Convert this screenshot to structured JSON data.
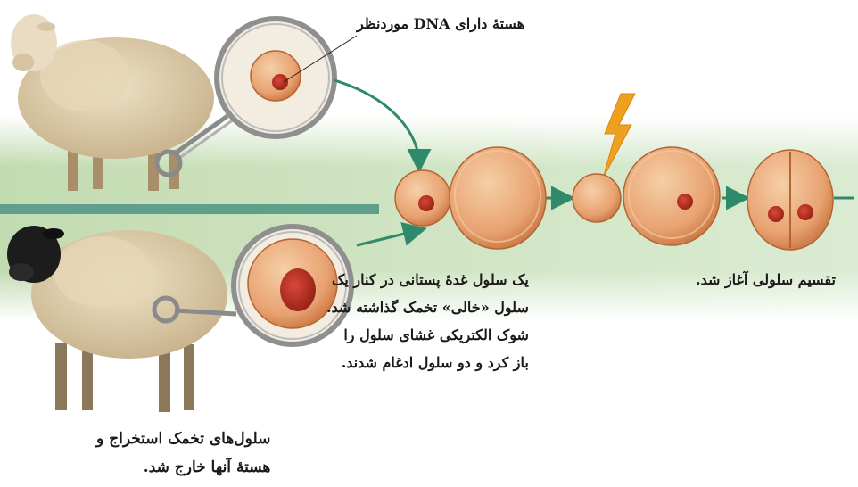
{
  "labels": {
    "donor_nucleus": "هستهٔ دارای DNA موردنظر",
    "fusion_lines": [
      "یک سلول غدهٔ پستانی در کنار یک",
      "سلول «خالی» تخمک گذاشته شد.",
      "شوک الکتریکی غشای سلول را",
      "باز کرد و دو سلول ادغام شدند."
    ],
    "division": "تقسیم سلولی آغاز شد.",
    "egg_lines": [
      "سلول‌های تخمک استخراج و",
      "هستهٔ آنها خارج شد."
    ]
  },
  "colors": {
    "cell_fill": "#e7a06e",
    "cell_edge": "#b46534",
    "nucleus": "#c0392b",
    "arrow": "#2e8a6a",
    "divider_bar": "#5a9b8a",
    "lightning": "#f0a020",
    "wool": "#d9c6a2",
    "ewe_face": "#1c1c1c"
  },
  "icons": [
    "finn-dorset-sheep",
    "scottish-blackface-sheep",
    "lightning-bolt-icon",
    "arrow-icon",
    "magnifier-circle"
  ]
}
